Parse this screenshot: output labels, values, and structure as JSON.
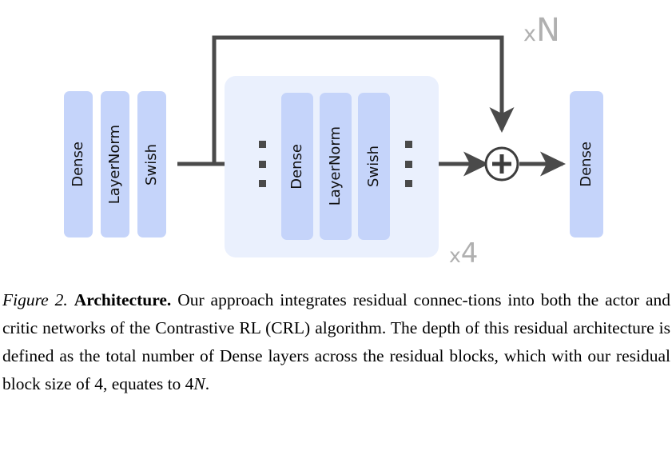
{
  "figure": {
    "diagram_title": "Residual network architecture diagram",
    "colors": {
      "layer_box": "#c5d4fa",
      "residual_block_bg": "#eaf0fd",
      "arrow": "#4a4a4a",
      "multiplier_label": "#b0b0b0",
      "text": "#111111"
    },
    "input_stack": {
      "name": "input-layer-stack",
      "layers": [
        {
          "label": "Dense"
        },
        {
          "label": "LayerNorm"
        },
        {
          "label": "Swish"
        }
      ]
    },
    "residual_block": {
      "name": "residual-block",
      "layers": [
        {
          "label": "Dense"
        },
        {
          "label": "LayerNorm"
        },
        {
          "label": "Swish"
        }
      ],
      "leading_ellipsis": "⋮",
      "trailing_ellipsis": "⋮",
      "repeat_label": {
        "operator": "x",
        "count": "4"
      }
    },
    "skip_connection": {
      "name": "skip-connection",
      "repeat_label": {
        "operator": "x",
        "count": "N"
      }
    },
    "add_node": {
      "name": "residual-add-node",
      "symbol": "+"
    },
    "output_stack": {
      "name": "output-layer-stack",
      "layers": [
        {
          "label": "Dense"
        }
      ]
    }
  },
  "caption": {
    "figure_number": "Figure 2.",
    "bold_lead": "Architecture.",
    "body_part1": " Our approach integrates residual connec-tions into both the actor and critic networks of the Contrastive RL (CRL) algorithm. The depth of this residual architecture is defined as the total number of Dense layers across the residual blocks, which with our residual block size of 4, equates to ",
    "math_coefficient": "4",
    "math_variable": "N",
    "body_part2": "."
  }
}
